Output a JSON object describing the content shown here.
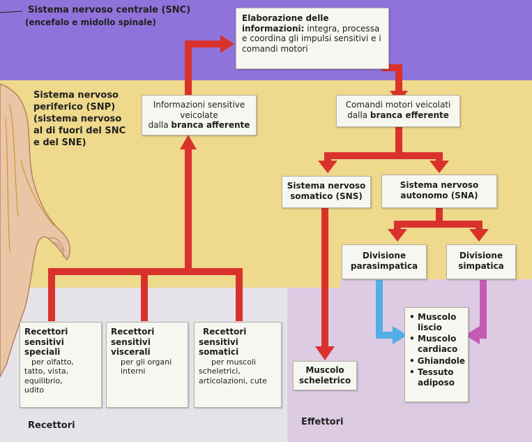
{
  "colors": {
    "cns_band": "#8f73da",
    "pns_band": "#eed98c",
    "receptors_panel": "#e6e2ea",
    "effectors_panel": "#dccbe3",
    "arrow_red": "#d9322c",
    "arrow_blue": "#52aee5",
    "arrow_magenta": "#c55ab2",
    "box_fill": "#f7f7f2"
  },
  "cns": {
    "title": "Sistema nervoso centrale (SNC)",
    "subtitle": "(encefalo e midollo spinale)"
  },
  "integration": {
    "title": "Elaborazione delle",
    "title2": "informazioni:",
    "body1": "integra, processa",
    "body2": "e coordina gli impulsi sensitivi e i",
    "body3": "comandi motori"
  },
  "pns": {
    "line1": "Sistema nervoso",
    "line2": "periferico (SNP)",
    "line3": "(sistema nervoso",
    "line4": "al di fuori del SNC",
    "line5": "e del SNE)"
  },
  "afferent": {
    "line1": "Informazioni sensitive",
    "line2": "veicolate",
    "line3_a": "dalla ",
    "line3_b": "branca afferente"
  },
  "efferent": {
    "line1": "Comandi motori veicolati",
    "line2_a": "dalla ",
    "line2_b": "branca efferente"
  },
  "somatic": {
    "line1": "Sistema nervoso",
    "line2": "somatico (SNS)"
  },
  "autonomic": {
    "line1": "Sistema nervoso",
    "line2": "autonomo (SNA)"
  },
  "parasympathetic": {
    "line1": "Divisione",
    "line2": "parasimpatica"
  },
  "sympathetic": {
    "line1": "Divisione",
    "line2": "simpatica"
  },
  "receptors": [
    {
      "title1": "Recettori",
      "title2": "sensitivi",
      "title3": "speciali",
      "detail1": "per olfatto,",
      "detail2": "tatto, vista,",
      "detail3": "equilibrio,",
      "detail4": "udito"
    },
    {
      "title1": "Recettori",
      "title2": "sensitivi",
      "title3": "viscerali",
      "detail1": "per gli organi",
      "detail2": "interni"
    },
    {
      "title1": "Recettori",
      "title2": "sensitivi",
      "title3": "somatici",
      "detail1": "per muscoli",
      "detail2": "scheletrici,",
      "detail3": "articolazioni, cute"
    }
  ],
  "receptors_label": "Recettori",
  "effectors_label": "Effettori",
  "skeletal_muscle": {
    "line1": "Muscolo",
    "line2": "scheletrico"
  },
  "autonomic_targets": [
    {
      "line1": "Muscolo",
      "line2": "liscio"
    },
    {
      "line1": "Muscolo",
      "line2": "cardiaco"
    },
    {
      "line1": "Ghiandole"
    },
    {
      "line1": "Tessuto",
      "line2": "adiposo"
    }
  ],
  "bullet": "•"
}
